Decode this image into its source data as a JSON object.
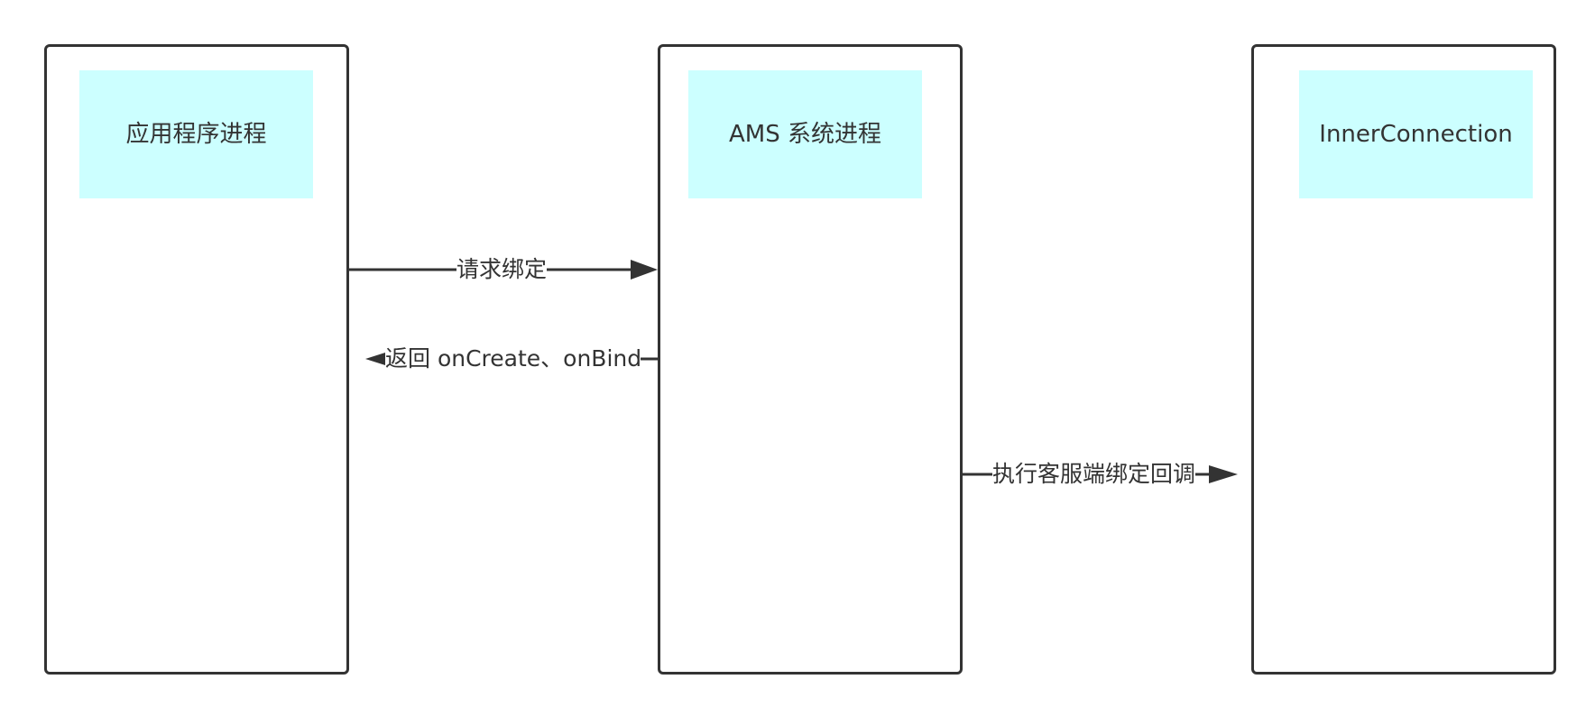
{
  "diagram": {
    "lanes": [
      {
        "id": "app",
        "title": "应用程序进程"
      },
      {
        "id": "ams",
        "title": "AMS 系统进程"
      },
      {
        "id": "inner",
        "title": "InnerConnection"
      }
    ],
    "messages": [
      {
        "from": "app",
        "to": "ams",
        "label": "请求绑定"
      },
      {
        "from": "ams",
        "to": "app",
        "label": "返回 onCreate、onBind"
      },
      {
        "from": "ams",
        "to": "inner",
        "label": "执行客服端绑定回调"
      }
    ],
    "colors": {
      "stroke": "#333333",
      "header_fill": "#ccffff",
      "background": "#ffffff"
    }
  }
}
